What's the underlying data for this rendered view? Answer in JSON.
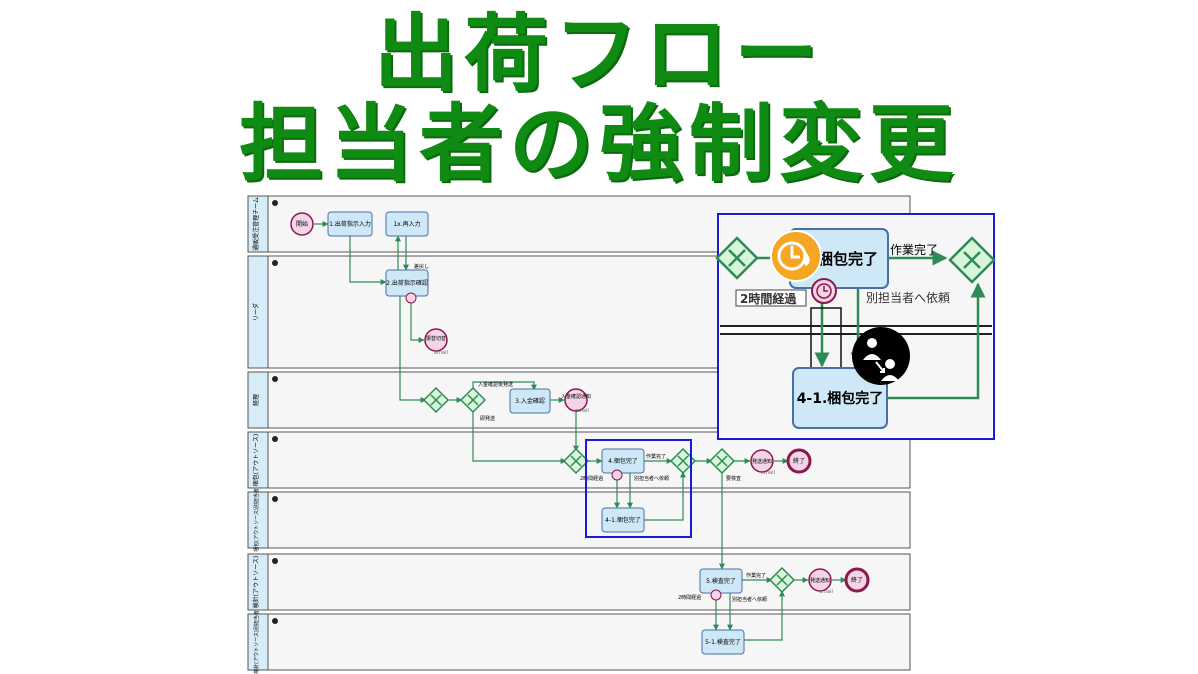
{
  "title": {
    "line1": "出荷フロー",
    "line2": "担当者の強制変更"
  },
  "lanes": [
    "通販受注管理チーム",
    "リーダ",
    "経理",
    "梱包(アウトソース)",
    "梱包(アウトソース)別担当者",
    "検針(アウトソース)",
    "検針(アウトソース)別担当者"
  ],
  "nodes": {
    "start": "開始",
    "t1": "1.出荷指示入力",
    "t1x": "1x.再入力",
    "t2": "2.出荷指示確認",
    "t3": "3.入金確認",
    "t4": "4.梱包完了",
    "t41": "4-1.梱包完了",
    "t5": "5.検査完了",
    "t51": "5-1.検査完了",
    "mail_cancel": "振替切替",
    "mail_pay": "入金確認通知",
    "mail_ship1": "発送通知",
    "mail_ship2": "発送通知",
    "email": "email",
    "end1": "終了",
    "end2": "終了"
  },
  "labels": {
    "return": "差戻し",
    "after_pay": "入金確認後発送",
    "immediate": "即発送",
    "done": "作業完了",
    "timer": "2時間経過",
    "reassign": "別担当者へ依頼",
    "inspect": "要検査"
  },
  "zoom": {
    "task_top": "梱包完了",
    "task_bottom": "4-1.梱包完了",
    "done": "作業完了",
    "timer": "2時間経過",
    "reassign": "別担当者へ依頼"
  },
  "colors": {
    "title": "#0f8a12",
    "flow": "#2e8b57",
    "highlight": "#1a1adb",
    "task": "#cfe8f8",
    "event": "#8b1a4a"
  }
}
